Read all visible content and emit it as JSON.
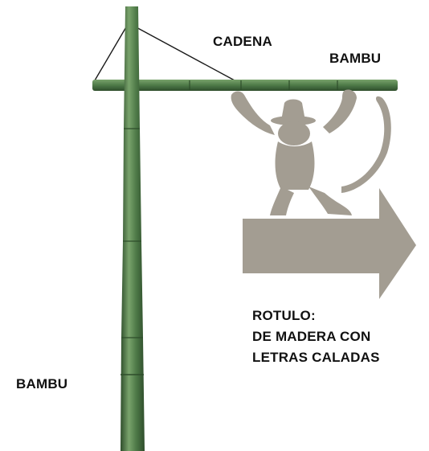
{
  "labels": {
    "chain": "CADENA",
    "bamboo_crossbar": "BAMBU",
    "bamboo_post": "BAMBU",
    "sign_lines": [
      "ROTULO:",
      "DE MADERA CON",
      "LETRAS CALADAS"
    ]
  },
  "colors": {
    "bamboo": "#4e7a48",
    "bamboo_highlight": "#79a36c",
    "bamboo_shadow": "#2e4d2b",
    "sign": "#a39d92",
    "chain": "#1a1a1a",
    "text": "#111111"
  }
}
